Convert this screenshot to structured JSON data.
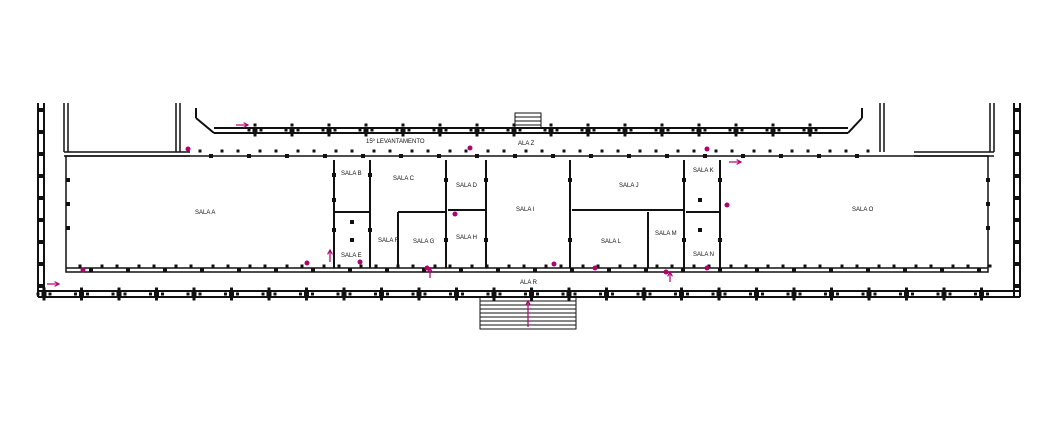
{
  "plan": {
    "header_label": "15º LEVANTAMENTO",
    "colors": {
      "ink": "#111111",
      "marker": "#b0006e",
      "background": "#ffffff"
    },
    "icons": [
      "arrow-marker-icon",
      "dot-marker-icon",
      "stair-icon",
      "pillar-icon"
    ],
    "rooms": [
      {
        "id": "a",
        "label": "SALA A"
      },
      {
        "id": "b",
        "label": "SALA B"
      },
      {
        "id": "c",
        "label": "SALA C"
      },
      {
        "id": "d",
        "label": "SALA D"
      },
      {
        "id": "e",
        "label": "SALA E"
      },
      {
        "id": "f",
        "label": "SALA F"
      },
      {
        "id": "g",
        "label": "SALA G"
      },
      {
        "id": "h",
        "label": "SALA H"
      },
      {
        "id": "i",
        "label": "SALA I"
      },
      {
        "id": "j",
        "label": "SALA J"
      },
      {
        "id": "k",
        "label": "SALA K"
      },
      {
        "id": "l",
        "label": "SALA L"
      },
      {
        "id": "m",
        "label": "SALA M"
      },
      {
        "id": "n",
        "label": "SALA N"
      },
      {
        "id": "o",
        "label": "SALA O"
      }
    ],
    "wings": [
      {
        "id": "z",
        "label": "ALA Z"
      },
      {
        "id": "r",
        "label": "ALA R"
      }
    ]
  }
}
